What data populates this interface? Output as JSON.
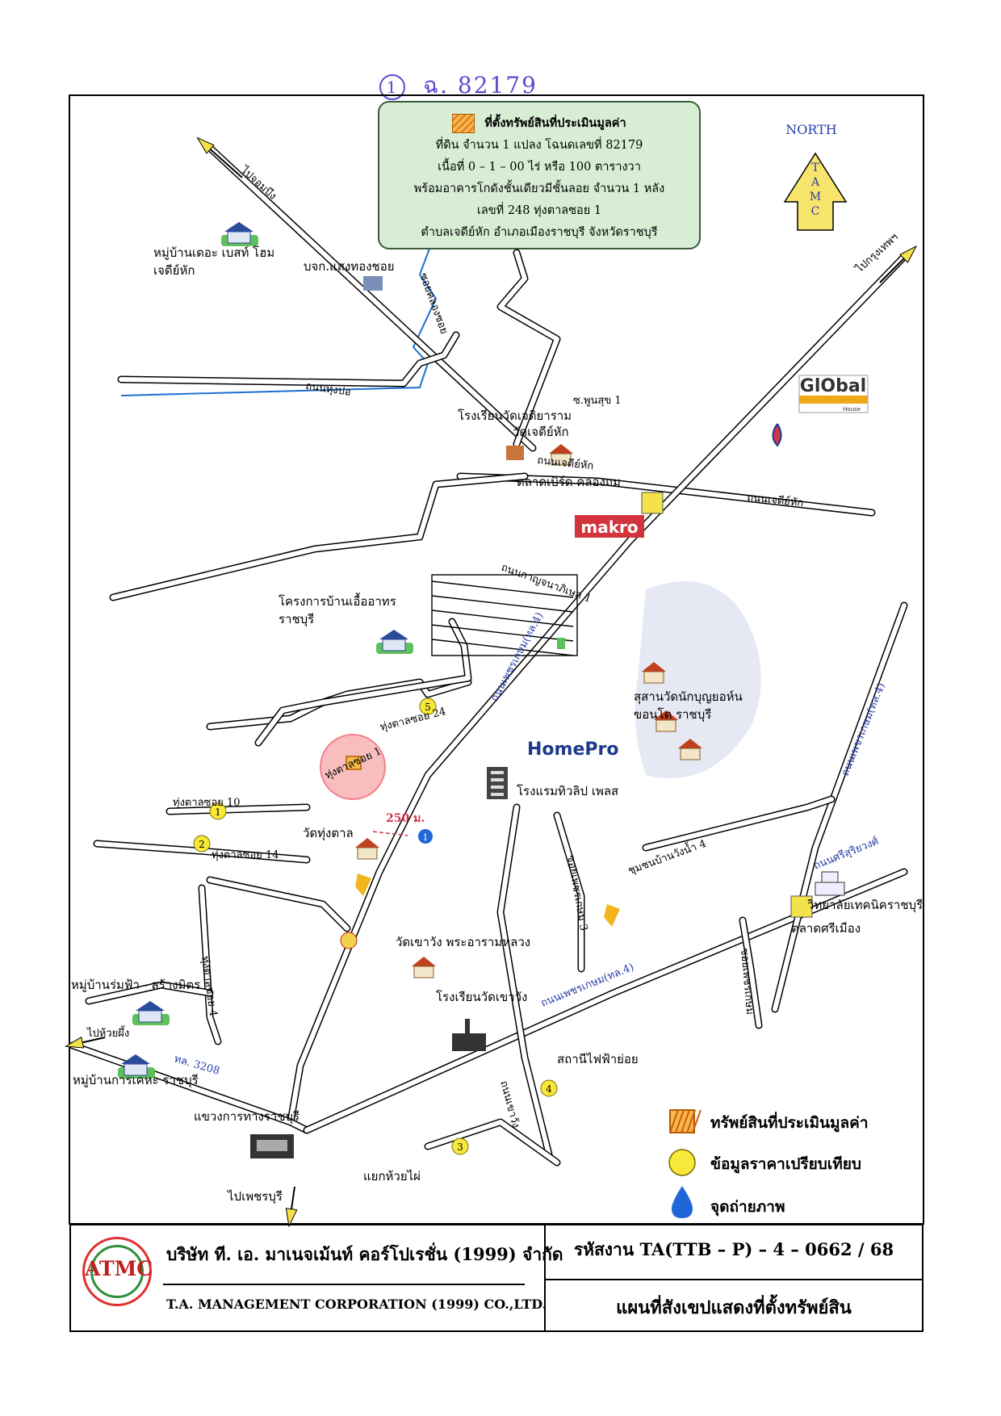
{
  "handwritten_ref": {
    "circle": "1",
    "text": "ฉ. 82179"
  },
  "info_box": {
    "lines": [
      "ที่ตั้งทรัพย์สินที่ประเมินมูลค่า",
      "ที่ดิน จำนวน 1 แปลง โฉนดเลขที่ 82179",
      "เนื้อที่ 0 – 1 – 00 ไร่ หรือ 100 ตารางวา",
      "พร้อมอาคารโกดังชั้นเดียวมีชั้นลอย จำนวน 1 หลัง",
      "เลขที่ 248 ทุ่งตาลซอย 1",
      "ตำบลเจดีย์หัก อำเภอเมืองราชบุรี จังหวัดราชบุรี"
    ]
  },
  "north_arrow": {
    "label": "NORTH",
    "letters": [
      "T",
      "A",
      "M",
      "C"
    ]
  },
  "places": [
    {
      "name": "place-mu-ban-the-best-home",
      "lines": [
        "หมู่บ้านเดอะ เบสท์ โฮม",
        "เจดีย์หัก"
      ]
    },
    {
      "name": "place-bokor",
      "lines": [
        "บจก.แสงทองชอย"
      ]
    },
    {
      "name": "place-school-wat-chedi",
      "lines": [
        "โรงเรียนวัดเจติยาราม"
      ]
    },
    {
      "name": "place-wat-chedi-hak",
      "lines": [
        "วัดเจดีย์หัก"
      ]
    },
    {
      "name": "place-talad-khlong",
      "lines": [
        "ตลาดเบิร์ด คลองถม"
      ]
    },
    {
      "name": "place-ban-ua-arthorn",
      "lines": [
        "โครงการบ้านเอื้ออาทร",
        "ราชบุรี"
      ]
    },
    {
      "name": "place-cemetery",
      "lines": [
        "สุสานวัดนักบุญยอห์น",
        "ขอนโด ราชบุรี"
      ]
    },
    {
      "name": "place-hotel",
      "lines": [
        "โรงแรมทิวลิป เพลส"
      ]
    },
    {
      "name": "place-wat-thung-tan",
      "lines": [
        "วัดทุ่งตาล"
      ]
    },
    {
      "name": "place-wat-khao-wang",
      "lines": [
        "วัดเขาวัง พระอารามหลวง"
      ]
    },
    {
      "name": "place-school-khao-wang",
      "lines": [
        "โรงเรียนวัดเขาวัง"
      ]
    },
    {
      "name": "place-mu-ban-rom-fa",
      "lines": [
        "หมู่บ้านร่มฟ้า - สร้างมิตร"
      ]
    },
    {
      "name": "place-mu-ban-kan-kheha",
      "lines": [
        "หมู่บ้านการเคหะ ราชบุรี"
      ]
    },
    {
      "name": "place-highway-office",
      "lines": [
        "แขวงการทางราชบุรี"
      ]
    },
    {
      "name": "place-power-station",
      "lines": [
        "สถานีไฟฟ้าย่อย"
      ]
    },
    {
      "name": "place-tech-college",
      "lines": [
        "วิทยาลัยเทคนิคราชบุรี"
      ]
    },
    {
      "name": "place-talad-sri-mueang",
      "lines": [
        "ตลาดศรีเมือง"
      ]
    },
    {
      "name": "place-to-phetchaburi",
      "lines": [
        "ไปเพชรบุรี"
      ]
    },
    {
      "name": "place-huai-phai-junction",
      "lines": [
        "แยกห้วยไผ่"
      ]
    }
  ],
  "road_labels": [
    {
      "name": "road-label-pai-chombueng",
      "text": "ไปจอมบึง"
    },
    {
      "name": "road-label-thung-pho",
      "text": "ถนนทุ่งปอ"
    },
    {
      "name": "road-label-khlong-soi",
      "text": "ซอยคลองซอย"
    },
    {
      "name": "road-label-pai-krungthep",
      "text": "ไปกรุงเทพฯ"
    },
    {
      "name": "road-label-phun-suk",
      "text": "ซ.พูนสุข 1"
    },
    {
      "name": "road-label-chedi-hak",
      "text": "ถนนเจดีย์หัก"
    },
    {
      "name": "road-label-chedi-hak-2",
      "text": "ถนนเจดีย์หัก"
    },
    {
      "name": "road-label-thung-tan-24",
      "text": "ทุ่งตาลซอย 24"
    },
    {
      "name": "road-label-thung-tan-1",
      "text": "ทุ่งตาลซอย 1"
    },
    {
      "name": "road-label-thung-tan-10",
      "text": "ทุ่งตาลซอย 10"
    },
    {
      "name": "road-label-thung-tan-14",
      "text": "ทุ่งตาลซอย 14"
    },
    {
      "name": "road-label-phetkasem-tl4-1",
      "text": "ถนนเพชรเกษม(ทล.4)"
    },
    {
      "name": "road-label-phetkasem-tl4-2",
      "text": "ถนนเพชรเกษม(ทล.4)"
    },
    {
      "name": "road-label-phetkasem-tl4-3",
      "text": "ถนนเพชรเกษม(ทล.4)"
    },
    {
      "name": "road-label-sri-suriyawong",
      "text": "ถนนศรีสุริยวงศ์"
    },
    {
      "name": "road-label-khun-phaen",
      "text": "ชุมชนบ้านวังน้ำ 4"
    },
    {
      "name": "road-label-phetkasem-3",
      "text": "ซอยเพชรเกษม 3"
    },
    {
      "name": "road-label-phetkasem-soi",
      "text": "ซอยเพชรเกษม"
    },
    {
      "name": "road-label-pai-huai-phai",
      "text": "ไปห้วยผึ้ง"
    },
    {
      "name": "road-label-tl-3208",
      "text": "ทล. 3208"
    },
    {
      "name": "road-label-khao-wang",
      "text": "ถนนเขาวัง"
    },
    {
      "name": "road-label-soi-4",
      "text": "ทุ่งตาลซอย 4"
    },
    {
      "name": "road-label-sri-suriyawong-1",
      "text": "ถนนกาญจนาภิเษก 1"
    }
  ],
  "brands": {
    "global": "GlObal",
    "global_sub": "House",
    "makro": "makro",
    "homepro": "HomePro"
  },
  "distance_label": "250 ม.",
  "comparison_points": [
    "1",
    "2",
    "3",
    "4",
    "5"
  ],
  "photo_point": "1",
  "legend": {
    "items": [
      {
        "type": "hatch",
        "label": "ทรัพย์สินที่ประเมินมูลค่า"
      },
      {
        "type": "circle",
        "label": "ข้อมูลราคาเปรียบเทียบ"
      },
      {
        "type": "drop",
        "label": "จุดถ่ายภาพ"
      }
    ]
  },
  "footer": {
    "logo_text": "ATMC",
    "company_th": "บริษัท ที. เอ. มาเนจเม้นท์ คอร์โปเรชั่น (1999) จำกัด",
    "company_en": "T.A. MANAGEMENT CORPORATION (1999) CO.,LTD.",
    "job_code": "รหัสงาน TA(TTB – P) – 4 – 0662 / 68",
    "title": "แผนที่สังเขปแสดงที่ตั้งทรัพย์สิน"
  },
  "colors": {
    "road": "#000000",
    "water": "#1f6fd1",
    "info_bg": "#d7eed4",
    "marker_circle": "#f06a7a",
    "comparison": "#f7e83a",
    "photo_point": "#2166d6",
    "cemetery_area": "#e6e9f3",
    "makro": "#d3343c",
    "homepro": "#1d3a8a",
    "global_bar": "#f0a81a"
  }
}
